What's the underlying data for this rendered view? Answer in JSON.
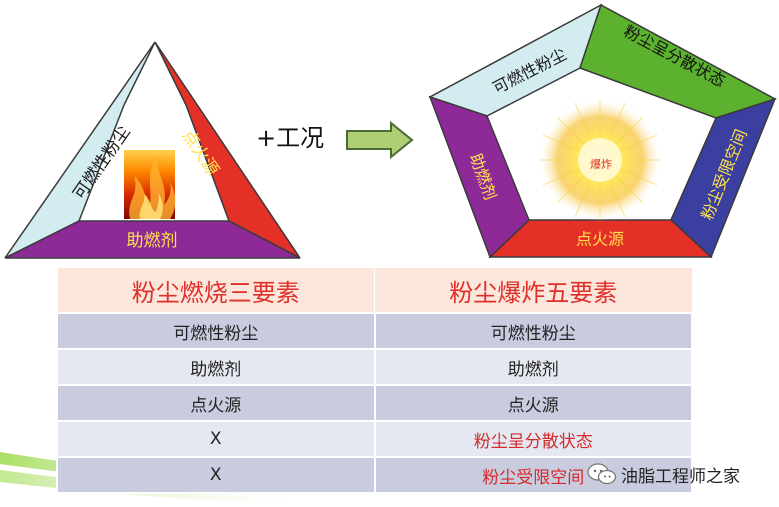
{
  "triangle": {
    "left_label": "可燃性粉尘",
    "right_label": "点火源",
    "bottom_label": "助燃剂"
  },
  "connector": {
    "label": "+工况"
  },
  "pentagon": {
    "top_left_label": "可燃性粉尘",
    "top_right_label": "粉尘呈分散状态",
    "right_label": "粉尘受限空间",
    "bottom_label": "点火源",
    "left_label": "助燃剂",
    "center_label": "爆炸"
  },
  "table": {
    "headers": [
      "粉尘燃烧三要素",
      "粉尘爆炸五要素"
    ],
    "rows": [
      [
        "可燃性粉尘",
        "可燃性粉尘"
      ],
      [
        "助燃剂",
        "助燃剂"
      ],
      [
        "点火源",
        "点火源"
      ],
      [
        "X",
        "粉尘呈分散状态"
      ],
      [
        "X",
        "粉尘受限空间"
      ]
    ]
  },
  "watermark": {
    "text": "油脂工程师之家"
  },
  "colors": {
    "triangle_left": "#d2ecf0",
    "triangle_right": "#e53028",
    "triangle_bottom": "#8e2a98",
    "pentagon_top_left": "#d2ecf0",
    "pentagon_top_right": "#5cb22e",
    "pentagon_right": "#3a3fa0",
    "pentagon_bottom": "#e53028",
    "pentagon_left": "#8e2a98",
    "label_yellow": "#ffe24a",
    "table_header_bg": "#fde6dc",
    "table_header_text": "#e0302a",
    "highlight_text": "#d42a2a"
  }
}
